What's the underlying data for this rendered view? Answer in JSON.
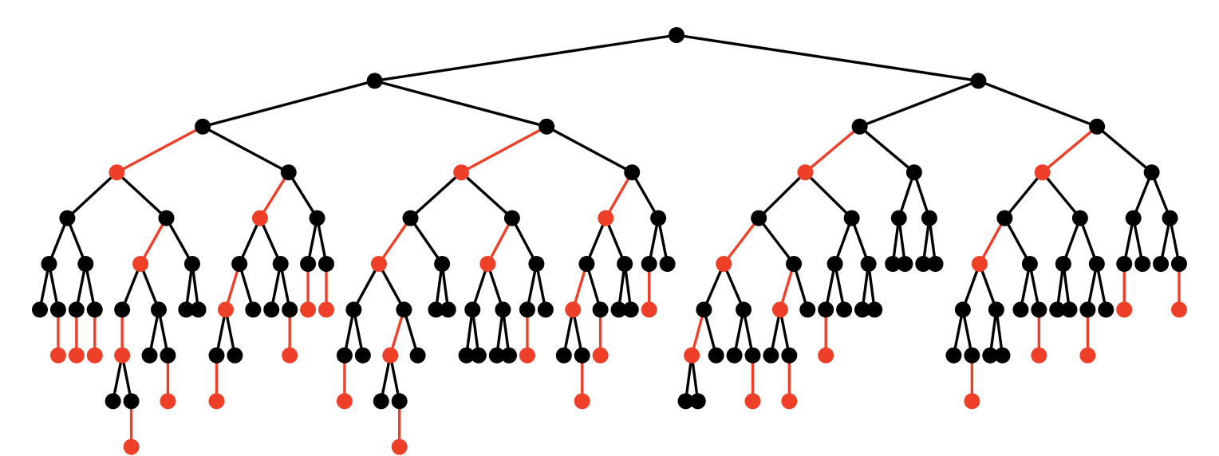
{
  "colors": {
    "black": "#000000",
    "red": "#ee4028",
    "background": "#ffffff"
  },
  "tree": {
    "c": "b",
    "k": [
      {
        "c": "b",
        "k": [
          {
            "c": "b",
            "k": [
              {
                "c": "r",
                "k": [
                  {
                    "c": "b",
                    "k": [
                      {
                        "c": "b",
                        "k": [
                          {
                            "c": "b"
                          },
                          {
                            "c": "b",
                            "k": [
                              {
                                "c": "r"
                              }
                            ]
                          }
                        ]
                      },
                      {
                        "c": "b",
                        "k": [
                          {
                            "c": "b",
                            "k": [
                              {
                                "c": "r"
                              }
                            ]
                          },
                          {
                            "c": "b",
                            "k": [
                              {
                                "c": "r"
                              }
                            ]
                          }
                        ]
                      }
                    ]
                  },
                  {
                    "c": "b",
                    "k": [
                      {
                        "c": "r",
                        "k": [
                          {
                            "c": "b",
                            "k": [
                              {
                                "c": "r",
                                "k": [
                                  {
                                    "c": "b"
                                  },
                                  {
                                    "c": "b",
                                    "k": [
                                      {
                                        "c": "r"
                                      }
                                    ]
                                  }
                                ]
                              }
                            ]
                          },
                          {
                            "c": "b",
                            "k": [
                              {
                                "c": "b"
                              },
                              {
                                "c": "b",
                                "k": [
                                  {
                                    "c": "r"
                                  }
                                ]
                              }
                            ]
                          }
                        ]
                      },
                      {
                        "c": "b",
                        "k": [
                          {
                            "c": "b"
                          },
                          {
                            "c": "b"
                          }
                        ]
                      }
                    ]
                  }
                ]
              },
              {
                "c": "b",
                "k": [
                  {
                    "c": "r",
                    "k": [
                      {
                        "c": "b",
                        "k": [
                          {
                            "c": "r",
                            "k": [
                              {
                                "c": "b",
                                "k": [
                                  {
                                    "c": "r"
                                  }
                                ]
                              },
                              {
                                "c": "b"
                              }
                            ]
                          },
                          {
                            "c": "b"
                          }
                        ]
                      },
                      {
                        "c": "b",
                        "k": [
                          {
                            "c": "b"
                          },
                          {
                            "c": "b",
                            "k": [
                              {
                                "c": "r"
                              }
                            ]
                          }
                        ]
                      }
                    ]
                  },
                  {
                    "c": "b",
                    "k": [
                      {
                        "c": "b",
                        "k": [
                          {
                            "c": "r"
                          }
                        ]
                      },
                      {
                        "c": "b",
                        "k": [
                          {
                            "c": "r"
                          }
                        ]
                      }
                    ]
                  }
                ]
              }
            ]
          },
          {
            "c": "b",
            "k": [
              {
                "c": "r",
                "k": [
                  {
                    "c": "b",
                    "k": [
                      {
                        "c": "r",
                        "k": [
                          {
                            "c": "b",
                            "k": [
                              {
                                "c": "b",
                                "k": [
                                  {
                                    "c": "r"
                                  }
                                ]
                              },
                              {
                                "c": "b"
                              }
                            ]
                          },
                          {
                            "c": "b",
                            "k": [
                              {
                                "c": "r",
                                "k": [
                                  {
                                    "c": "b"
                                  },
                                  {
                                    "c": "b",
                                    "k": [
                                      {
                                        "c": "r"
                                      }
                                    ]
                                  }
                                ]
                              },
                              {
                                "c": "b"
                              }
                            ]
                          }
                        ]
                      },
                      {
                        "c": "b",
                        "k": [
                          {
                            "c": "b"
                          },
                          {
                            "c": "b"
                          }
                        ]
                      }
                    ]
                  },
                  {
                    "c": "b",
                    "k": [
                      {
                        "c": "r",
                        "k": [
                          {
                            "c": "b",
                            "k": [
                              {
                                "c": "b"
                              },
                              {
                                "c": "b"
                              }
                            ]
                          },
                          {
                            "c": "b",
                            "k": [
                              {
                                "c": "b"
                              },
                              {
                                "c": "b"
                              }
                            ]
                          }
                        ]
                      },
                      {
                        "c": "b",
                        "k": [
                          {
                            "c": "b",
                            "k": [
                              {
                                "c": "r"
                              }
                            ]
                          },
                          {
                            "c": "b"
                          }
                        ]
                      }
                    ]
                  }
                ]
              },
              {
                "c": "b",
                "k": [
                  {
                    "c": "r",
                    "k": [
                      {
                        "c": "b",
                        "k": [
                          {
                            "c": "r",
                            "k": [
                              {
                                "c": "b"
                              },
                              {
                                "c": "b",
                                "k": [
                                  {
                                    "c": "r"
                                  }
                                ]
                              }
                            ]
                          },
                          {
                            "c": "b",
                            "k": [
                              {
                                "c": "r"
                              }
                            ]
                          }
                        ]
                      },
                      {
                        "c": "b",
                        "k": [
                          {
                            "c": "b"
                          },
                          {
                            "c": "b"
                          }
                        ]
                      }
                    ]
                  },
                  {
                    "c": "b",
                    "k": [
                      {
                        "c": "b",
                        "k": [
                          {
                            "c": "r"
                          }
                        ]
                      },
                      {
                        "c": "b"
                      }
                    ]
                  }
                ]
              }
            ]
          }
        ]
      },
      {
        "c": "b",
        "k": [
          {
            "c": "b",
            "k": [
              {
                "c": "r",
                "k": [
                  {
                    "c": "b",
                    "k": [
                      {
                        "c": "r",
                        "k": [
                          {
                            "c": "b",
                            "k": [
                              {
                                "c": "r",
                                "k": [
                                  {
                                    "c": "b"
                                  },
                                  {
                                    "c": "b"
                                  }
                                ]
                              },
                              {
                                "c": "b"
                              }
                            ]
                          },
                          {
                            "c": "b",
                            "k": [
                              {
                                "c": "b"
                              },
                              {
                                "c": "b",
                                "k": [
                                  {
                                    "c": "r"
                                  }
                                ]
                              }
                            ]
                          }
                        ]
                      },
                      {
                        "c": "b",
                        "k": [
                          {
                            "c": "r",
                            "k": [
                              {
                                "c": "b"
                              },
                              {
                                "c": "b",
                                "k": [
                                  {
                                    "c": "r"
                                  }
                                ]
                              }
                            ]
                          },
                          {
                            "c": "b"
                          }
                        ]
                      }
                    ]
                  },
                  {
                    "c": "b",
                    "k": [
                      {
                        "c": "b",
                        "k": [
                          {
                            "c": "b",
                            "k": [
                              {
                                "c": "r"
                              }
                            ]
                          },
                          {
                            "c": "b"
                          }
                        ]
                      },
                      {
                        "c": "b",
                        "k": [
                          {
                            "c": "b"
                          },
                          {
                            "c": "b"
                          }
                        ]
                      }
                    ]
                  }
                ]
              },
              {
                "c": "b",
                "k": [
                  {
                    "c": "b",
                    "k": [
                      {
                        "c": "b"
                      },
                      {
                        "c": "b"
                      }
                    ]
                  },
                  {
                    "c": "b",
                    "k": [
                      {
                        "c": "b"
                      },
                      {
                        "c": "b"
                      }
                    ]
                  }
                ]
              }
            ]
          },
          {
            "c": "b",
            "k": [
              {
                "c": "r",
                "k": [
                  {
                    "c": "b",
                    "k": [
                      {
                        "c": "r",
                        "k": [
                          {
                            "c": "b",
                            "k": [
                              {
                                "c": "b"
                              },
                              {
                                "c": "b",
                                "k": [
                                  {
                                    "c": "r"
                                  }
                                ]
                              }
                            ]
                          },
                          {
                            "c": "b",
                            "k": [
                              {
                                "c": "b"
                              },
                              {
                                "c": "b"
                              }
                            ]
                          }
                        ]
                      },
                      {
                        "c": "b",
                        "k": [
                          {
                            "c": "b"
                          },
                          {
                            "c": "b",
                            "k": [
                              {
                                "c": "r"
                              }
                            ]
                          }
                        ]
                      }
                    ]
                  },
                  {
                    "c": "b",
                    "k": [
                      {
                        "c": "b",
                        "k": [
                          {
                            "c": "b"
                          },
                          {
                            "c": "b"
                          }
                        ]
                      },
                      {
                        "c": "b",
                        "k": [
                          {
                            "c": "b",
                            "k": [
                              {
                                "c": "r"
                              }
                            ]
                          },
                          {
                            "c": "b"
                          }
                        ]
                      }
                    ]
                  }
                ]
              },
              {
                "c": "b",
                "k": [
                  {
                    "c": "b",
                    "k": [
                      {
                        "c": "b",
                        "k": [
                          {
                            "c": "r"
                          }
                        ]
                      },
                      {
                        "c": "b"
                      }
                    ]
                  },
                  {
                    "c": "b",
                    "k": [
                      {
                        "c": "b"
                      },
                      {
                        "c": "b",
                        "k": [
                          {
                            "c": "r"
                          }
                        ]
                      }
                    ]
                  }
                ]
              }
            ]
          }
        ]
      }
    ]
  }
}
